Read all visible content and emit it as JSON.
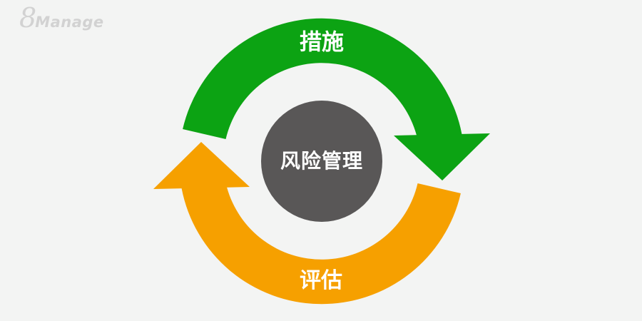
{
  "logo": {
    "prefix": "8",
    "name": "Manage"
  },
  "diagram": {
    "type": "two-segment-cycle",
    "center_label": "风险管理",
    "top_arc_label": "措施",
    "bottom_arc_label": "评估",
    "flow": "措施 → 评估 → 措施 (clockwise cycle around 风险管理)"
  },
  "colors": {
    "background": "#f3f4f3",
    "green_arc": "#0ca313",
    "orange_arc": "#f6a000",
    "center_circle": "#595757",
    "label_text": "#ffffff",
    "logo_text": "#d2d2d2"
  }
}
